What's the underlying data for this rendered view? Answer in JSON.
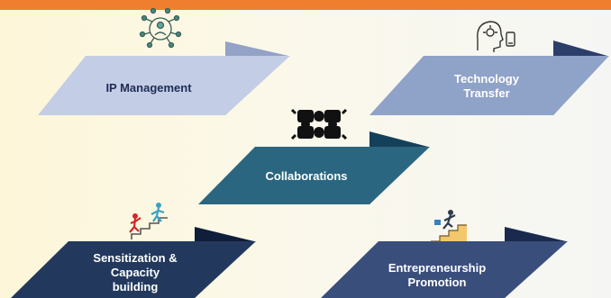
{
  "colors": {
    "top_bar": "#ef7f2e",
    "arrow_light": "#c3cde5",
    "arrow_light_tip": "#93a2c6",
    "arrow_mid": "#8fa2c8",
    "arrow_mid_tip": "#2c3e6a",
    "arrow_teal": "#2b6680",
    "arrow_teal_tip": "#15405a",
    "arrow_navy": "#22395d",
    "arrow_navy_tip": "#0f1e3a",
    "arrow_slate": "#3a4e7c",
    "arrow_slate_tip": "#1a2a4e"
  },
  "steps": [
    {
      "id": "ip-management",
      "lines": [
        "IP Management"
      ],
      "icon": "network-people-icon"
    },
    {
      "id": "technology-transfer",
      "lines": [
        "Technology",
        "Transfer"
      ],
      "icon": "head-phone-icon"
    },
    {
      "id": "collaborations",
      "lines": [
        "Collaborations"
      ],
      "icon": "handshake-puzzle-icon"
    },
    {
      "id": "sensitization",
      "lines": [
        "Sensitization &",
        "Capacity",
        "building"
      ],
      "icon": "climbing-people-icon"
    },
    {
      "id": "entrepreneurship",
      "lines": [
        "Entrepreneurship",
        "Promotion"
      ],
      "icon": "stairs-runner-icon"
    }
  ]
}
